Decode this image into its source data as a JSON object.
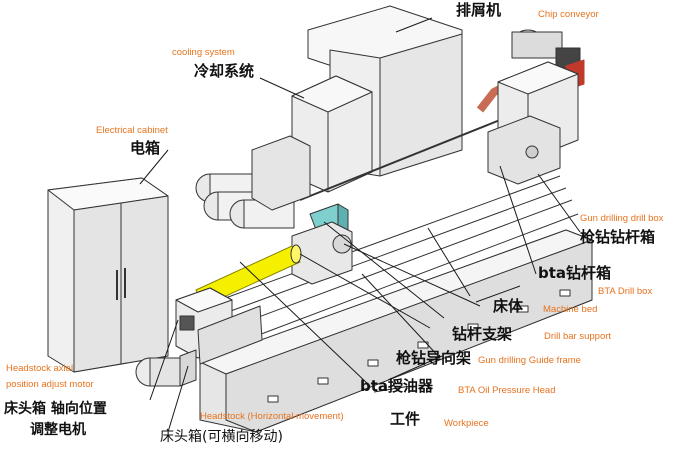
{
  "labels": {
    "chip_conveyor_cn": "排屑机",
    "chip_conveyor_en": "Chip conveyor",
    "cooling_en": "cooling system",
    "cooling_cn": "冷却系统",
    "cabinet_en": "Electrical cabinet",
    "cabinet_cn": "电箱",
    "gun_drill_box_en": "Gun drilling drill box",
    "gun_drill_box_cn": "枪钻钻杆箱",
    "bta_box_cn": "bta钻杆箱",
    "bta_box_en": "BTA Drill box",
    "bed_cn": "床体",
    "bed_en": "Machine bed",
    "drill_support_cn": "钻杆支架",
    "drill_support_en": "Drill bar support",
    "guide_frame_cn": "枪钻导向架",
    "guide_frame_en": "Gun drilling Guide frame",
    "oil_head_cn": "bta授油器",
    "oil_head_en": "BTA Oil Pressure Head",
    "workpiece_cn": "工件",
    "workpiece_en": "Workpiece",
    "headstock_motor_en_1": "Headstock axial",
    "headstock_motor_en_2": "position adjust motor",
    "headstock_motor_cn_1": "床头箱 轴向位置",
    "headstock_motor_cn_2": "调整电机",
    "headstock_h_en": "Headstock (Horizontal movement)",
    "headstock_h_cn": "床头箱(可横向移动)"
  },
  "colors": {
    "label_en": "#e8731e",
    "label_cn": "#111111",
    "leader": "#1a1a1a",
    "workpiece": "#f4f000",
    "guide_frame": "#7fcfcf",
    "chip_pipe": "#e89a80",
    "machine_body": "#f2f2f2",
    "machine_edge": "#333333"
  }
}
